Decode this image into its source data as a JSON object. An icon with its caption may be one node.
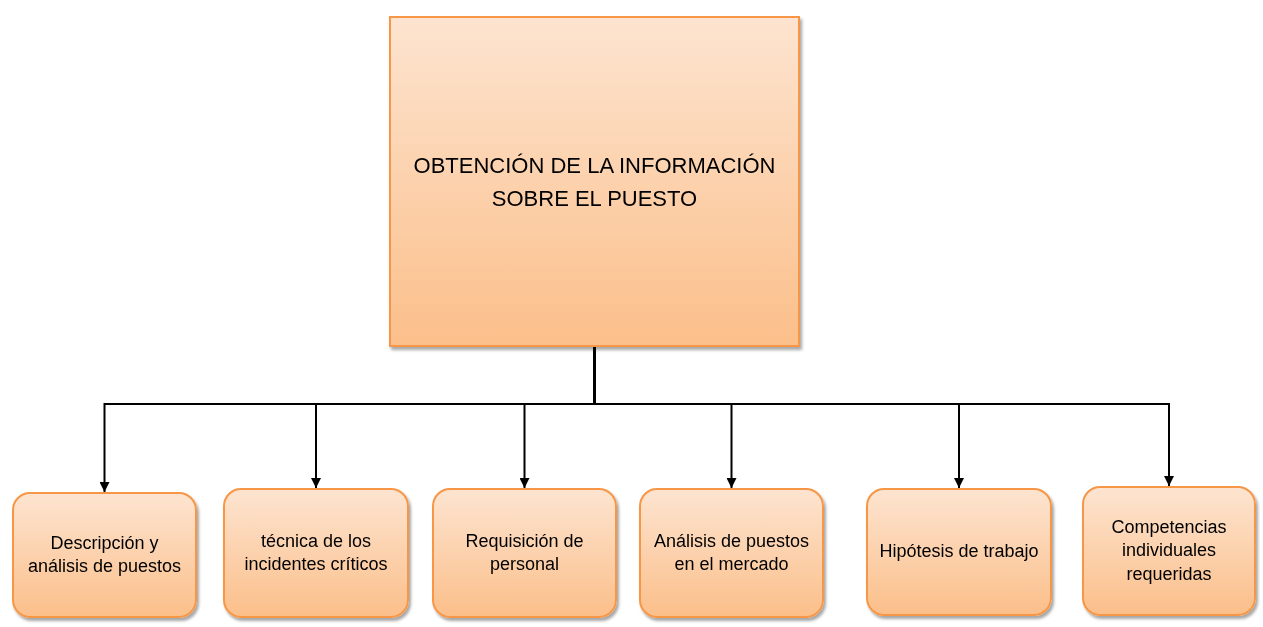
{
  "diagram": {
    "nodes": [
      {
        "text": [
          "OBTENCIÓN DE LA INFORMACIÓN SOBRE EL PUESTO"
        ]
      },
      {
        "text": [
          "Descripción y análisis de puestos"
        ]
      },
      {
        "text": [
          "técnica de los incidentes críticos"
        ]
      },
      {
        "text": [
          "Requisición de personal"
        ]
      },
      {
        "text": [
          "Análisis de puestos en el mercado"
        ]
      },
      {
        "text": [
          "Hipótesis de trabajo"
        ]
      },
      {
        "text": [
          "Competencias individuales requeridas"
        ]
      }
    ],
    "edges": [
      {
        "from": 0,
        "to": 1,
        "arrow": "to"
      },
      {
        "from": 0,
        "to": 2,
        "arrow": "to"
      },
      {
        "from": 0,
        "to": 3,
        "arrow": "to"
      },
      {
        "from": 0,
        "to": 4,
        "arrow": "to"
      },
      {
        "from": 0,
        "to": 5,
        "arrow": "to"
      },
      {
        "from": 0,
        "to": 6,
        "arrow": "to"
      }
    ]
  }
}
